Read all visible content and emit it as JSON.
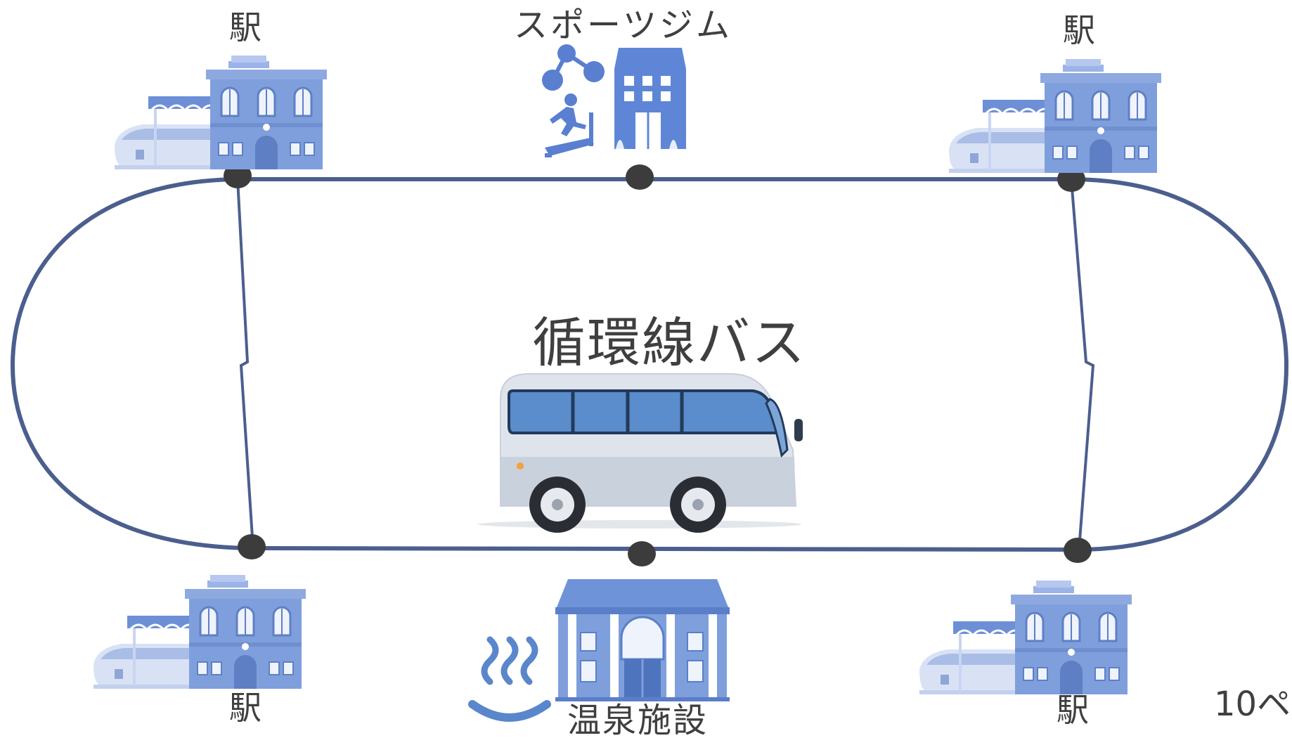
{
  "title": "循環線バス",
  "stops": {
    "station_top_left": "駅",
    "gym": "スポーツジム",
    "station_top_right": "駅",
    "station_bottom_left": "駅",
    "onsen": "温泉施設",
    "station_bottom_right": "駅"
  },
  "page_label": "10ペ",
  "colors": {
    "route_line": "#4b5e8e",
    "stop_dot": "#3c3c3c",
    "building_blue": "#7f9fdc",
    "building_dark": "#5f7fc5",
    "onsen_blue": "#5a86cc"
  },
  "icons": [
    "station-building-icon",
    "gym-building-icon",
    "treadmill-runner-icon",
    "dumbbell-icon",
    "onsen-building-icon",
    "hot-spring-icon",
    "bus-icon"
  ]
}
